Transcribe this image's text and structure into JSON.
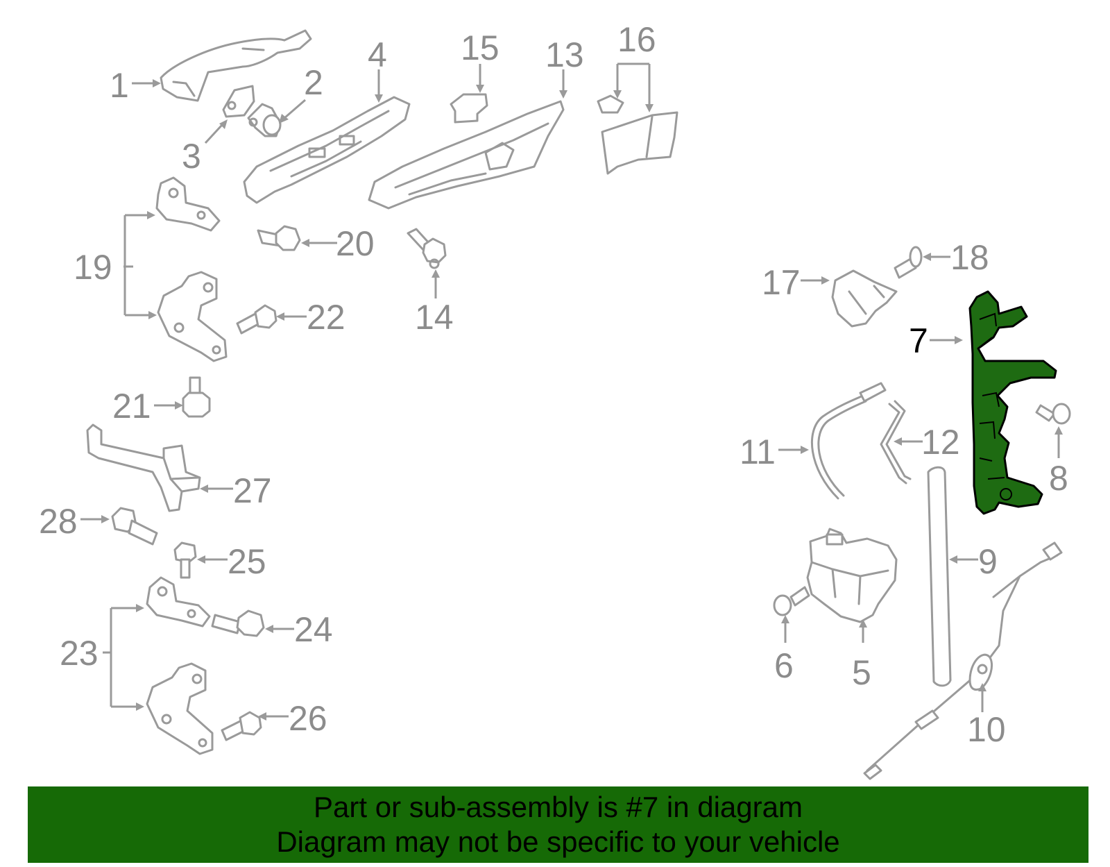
{
  "callouts": {
    "c1": "1",
    "c2": "2",
    "c3": "3",
    "c4": "4",
    "c5": "5",
    "c6": "6",
    "c7": "7",
    "c8": "8",
    "c9": "9",
    "c10": "10",
    "c11": "11",
    "c12": "12",
    "c13": "13",
    "c14": "14",
    "c15": "15",
    "c16": "16",
    "c17": "17",
    "c18": "18",
    "c19": "19",
    "c20": "20",
    "c21": "21",
    "c22": "22",
    "c23": "23",
    "c24": "24",
    "c25": "25",
    "c26": "26",
    "c27": "27",
    "c28": "28"
  },
  "highlight": {
    "part_number": "7",
    "color": "#1e6b12"
  },
  "banner": {
    "line1": "Part or sub-assembly is #7 in diagram",
    "line2": "Diagram may not be specific to your vehicle",
    "background": "#166a06"
  }
}
